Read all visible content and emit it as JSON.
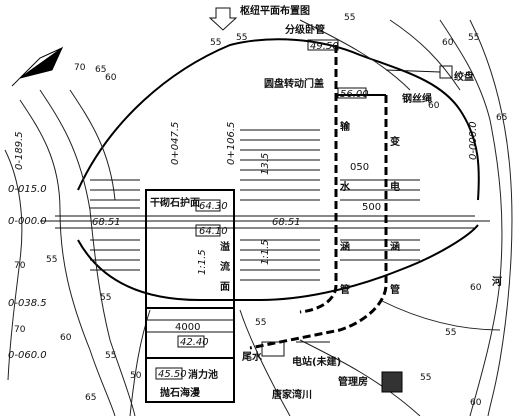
{
  "title": "枢纽平面布置图",
  "labels": {
    "diversion_pipe": "分级卧管",
    "valve_house": "圆盘转动门盖",
    "steel_rope": "钢丝绳",
    "winch": "绞盘",
    "outlet_pipe": "输水涵管",
    "pipe_char_1": "输",
    "pipe_char_2": "水",
    "pipe_char_3": "涵",
    "pipe_char_4": "管",
    "pipe_char_5": "变",
    "pipe_char_6": "电",
    "pipe_char_7": "涵",
    "pipe_char_8": "管",
    "pipe_dim": "050",
    "pipe_dim_2": "500",
    "riprap": "干砌石护面",
    "spillway_char_1": "溢",
    "spillway_char_2": "流",
    "spillway_char_3": "面",
    "slope_1": "1:1.5",
    "slope_2": "1:1.5",
    "slope_3": "13.5",
    "width_dim": "4000",
    "stilling_basin": "消力池",
    "apron": "抛石海漫",
    "tailwater": "尾水",
    "power_station": "电站(未建)",
    "river": "唐家湾川",
    "management": "管理房",
    "river_right": "河"
  },
  "elevations": {
    "e1": "49.50",
    "e2": "56.00",
    "e3": "64.30",
    "e4": "64.10",
    "e5": "68.51",
    "e6": "68.51",
    "e7": "42.40",
    "e8": "45.50"
  },
  "stations": {
    "s1": "0+047.5",
    "s2": "0+106.5",
    "s3": "0-189.5",
    "s4": "0-015.0",
    "s5": "0-000.0",
    "s6": "0-038.5",
    "s7": "0-060.0",
    "s8": "0-000.0"
  },
  "contours": {
    "c1": "55",
    "c2": "60",
    "c3": "65",
    "c4": "70",
    "c5": "55",
    "c6": "60",
    "c7": "55",
    "c8": "60",
    "c9": "55",
    "c10": "50",
    "c11": "55",
    "c12": "55",
    "c13": "60",
    "c14": "55",
    "c15": "70",
    "c16": "65",
    "c17": "60",
    "c18": "55",
    "c19": "65",
    "c20": "60",
    "c21": "55",
    "c22": "70",
    "c23": "55"
  },
  "north": "北"
}
